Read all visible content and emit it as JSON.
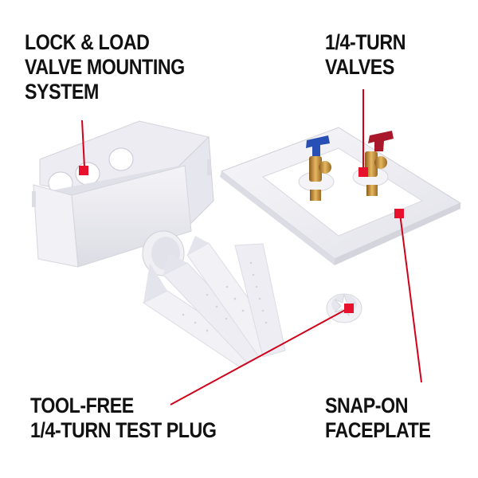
{
  "callouts": {
    "mounting_system": {
      "lines": [
        "LOCK & LOAD",
        "VALVE MOUNTING",
        "SYSTEM"
      ]
    },
    "valves": {
      "lines": [
        "1/4-TURN",
        "VALVES"
      ]
    },
    "test_plug": {
      "lines": [
        "TOOL-FREE",
        "1/4-TURN TEST PLUG"
      ]
    },
    "faceplate": {
      "lines": [
        "SNAP-ON",
        "FACEPLATE"
      ]
    }
  },
  "colors": {
    "callout_line": "#d0021b",
    "marker": "#e8112d",
    "text": "#111111",
    "background": "#ffffff",
    "hot_handle": "#a8182a",
    "cold_handle": "#2850b4",
    "brass": "#c8963c"
  }
}
